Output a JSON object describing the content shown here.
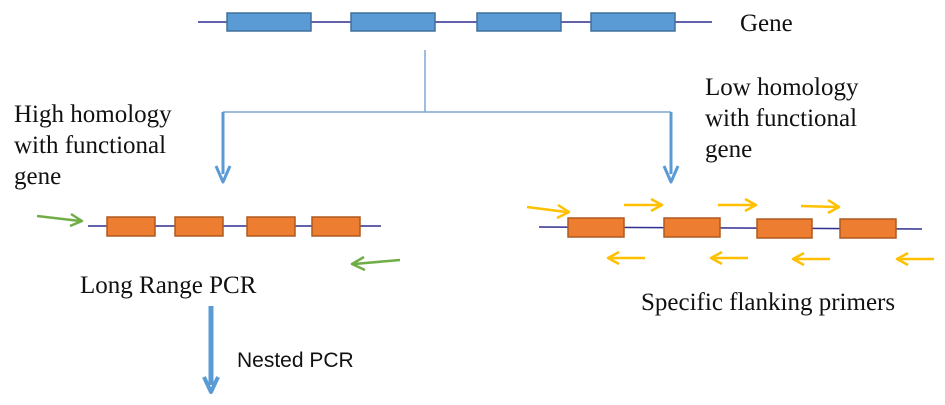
{
  "labels": {
    "gene": "Gene",
    "high_homology": "High homology\nwith functional\ngene",
    "low_homology": "Low homology\nwith functional\ngene",
    "long_range_pcr": "Long Range PCR",
    "nested_pcr": "Nested PCR",
    "specific_flanking_primers": "Specific flanking primers"
  },
  "colors": {
    "gene_exon": "#5b9bd5",
    "gene_exon_border": "#41719c",
    "pseudogene_exon": "#ed7d31",
    "pseudogene_exon_border": "#ae5a21",
    "backbone": "#2f2f8f",
    "connector": "#7fa7d0",
    "process_arrow": "#5b9bd5",
    "long_range_primer": "#70ad47",
    "flanking_primer": "#ffc000"
  },
  "icons": {
    "process_arrow": "down-arrow-icon",
    "forward_primer": "right-arrow-icon",
    "reverse_primer": "left-arrow-icon"
  }
}
